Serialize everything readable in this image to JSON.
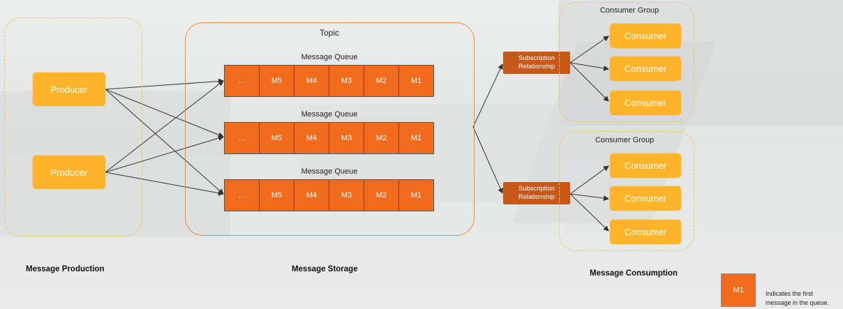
{
  "production": {
    "section_label": "Message Production",
    "producers": [
      "Producer",
      "Producer"
    ]
  },
  "storage": {
    "topic_label": "Topic",
    "section_label": "Message Storage",
    "queues": [
      {
        "label": "Message Queue",
        "cells": [
          "...",
          "M5",
          "M4",
          "M3",
          "M2",
          "M1"
        ]
      },
      {
        "label": "Message Queue",
        "cells": [
          "...",
          "M5",
          "M4",
          "M3",
          "M2",
          "M1"
        ]
      },
      {
        "label": "Message Queue",
        "cells": [
          "...",
          "M5",
          "M4",
          "M3",
          "M2",
          "M1"
        ]
      }
    ]
  },
  "subscriptions": [
    {
      "line1": "Subscription",
      "line2": "Relationship"
    },
    {
      "line1": "Subscription",
      "line2": "Relationship"
    }
  ],
  "consumption": {
    "section_label": "Message Consumption",
    "groups": [
      {
        "label": "Consumer Group",
        "consumers": [
          "Consumer",
          "Consumer",
          "Consumer"
        ]
      },
      {
        "label": "Consumer Group",
        "consumers": [
          "Consumer",
          "Consumer",
          "Consumer"
        ]
      }
    ]
  },
  "legend": {
    "box_label": "M1",
    "text_line1": "Indicates the first",
    "text_line2": "message in the queue."
  },
  "colors": {
    "producer": "#fdb32a",
    "queue": "#f26a1b",
    "subscription": "#c8581a",
    "dashed_border": "#f3c34a",
    "topic_border": "#f08a3c"
  }
}
